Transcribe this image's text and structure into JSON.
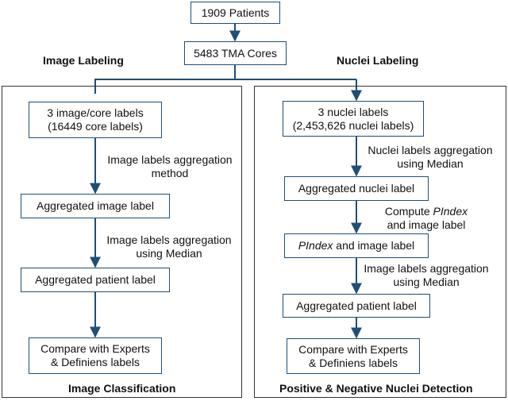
{
  "top": {
    "patients": "1909 Patients",
    "cores": "5483 TMA Cores"
  },
  "left": {
    "heading": "Image Labeling",
    "box1": {
      "line1": "3 image/core  labels",
      "line2": "(16449 core labels)"
    },
    "step1": {
      "line1": "Image labels aggregation",
      "line2": "method"
    },
    "box2": "Aggregated image label",
    "step2": {
      "line1": "Image labels aggregation",
      "line2": "using Median"
    },
    "box3": "Aggregated patient label",
    "box4": {
      "line1": "Compare with Experts",
      "line2": "& Definiens labels"
    },
    "footer": "Image Classification"
  },
  "right": {
    "heading": "Nuclei Labeling",
    "box1": {
      "line1": "3 nuclei labels",
      "line2": "(2,453,626 nuclei labels)"
    },
    "step1": {
      "line1": "Nuclei labels aggregation",
      "line2": "using Median"
    },
    "box2": "Aggregated nuclei label",
    "step2": {
      "line1_prefix": "Compute ",
      "line1_italic": "PIndex",
      "line2": "and image label"
    },
    "box3": {
      "italic": "PIndex",
      "rest": " and image label"
    },
    "step3": {
      "line1": "Image labels aggregation",
      "line2": "using Median"
    },
    "box4": "Aggregated patient label",
    "box5": {
      "line1": "Compare with Experts",
      "line2": "& Definiens labels"
    },
    "footer": "Positive & Negative Nuclei Detection"
  },
  "colors": {
    "box_border": "#1f4e79",
    "panel_border": "#333333",
    "arrow": "#1f4e79"
  }
}
